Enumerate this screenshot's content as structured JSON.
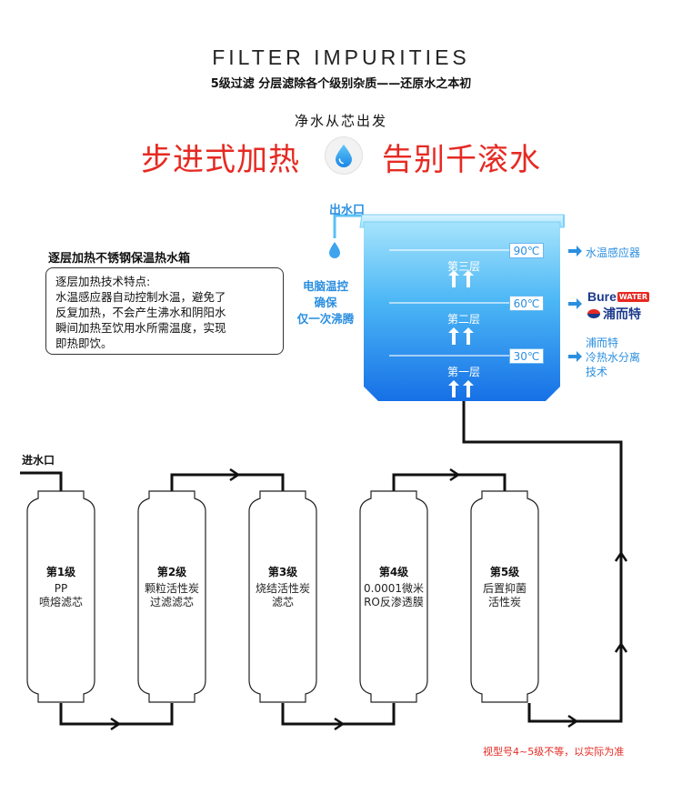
{
  "header": {
    "title": "FILTER IMPURITIES",
    "subtitle": "5级过滤 分层滤除各个级别杂质——还原水之本初"
  },
  "tagline": "净水从芯出发",
  "headline": {
    "left": "步进式加热",
    "right": "告别千滚水"
  },
  "heater": {
    "box_title": "逐层加热不锈钢保温热水箱",
    "features_title": "逐层加热技术特点:",
    "features_lines": [
      "水温感应器自动控制水温，避免了",
      "反复加热，不会产生沸水和阴阳水",
      "瞬间加热至饮用水所需温度，实现",
      "即热即饮。"
    ],
    "outlet_label": "出水口",
    "control_lines": [
      "电脑温控",
      "确保",
      "仅一次沸腾"
    ],
    "layers": [
      {
        "label": "第三层",
        "temp": "90℃"
      },
      {
        "label": "第二层",
        "temp": "60℃"
      },
      {
        "label": "第一层",
        "temp": "30℃"
      }
    ],
    "right_labels": {
      "sensor": "水温感应器",
      "brand_prefix": "Bure",
      "brand_badge": "WATER",
      "brand_cn": "浦而特",
      "tech_lines": [
        "浦而特",
        "冷热水分离",
        "技术"
      ]
    }
  },
  "filters": {
    "inlet_label": "进水口",
    "stages": [
      {
        "num": "第1级",
        "desc": [
          "PP",
          "喷熔滤芯"
        ]
      },
      {
        "num": "第2级",
        "desc": [
          "颗粒活性炭",
          "过滤滤芯"
        ]
      },
      {
        "num": "第3级",
        "desc": [
          "烧结活性炭",
          "滤芯"
        ]
      },
      {
        "num": "第4级",
        "desc": [
          "0.0001微米",
          "RO反渗透膜"
        ]
      },
      {
        "num": "第5级",
        "desc": [
          "后置抑菌",
          "活性炭"
        ]
      }
    ],
    "footnote": "视型号4~5级不等，以实际为准"
  },
  "colors": {
    "accent_red": "#e62a23",
    "accent_blue": "#2b8fe0",
    "tank_top": "#8ad8fb",
    "tank_bottom": "#1a78e8"
  }
}
